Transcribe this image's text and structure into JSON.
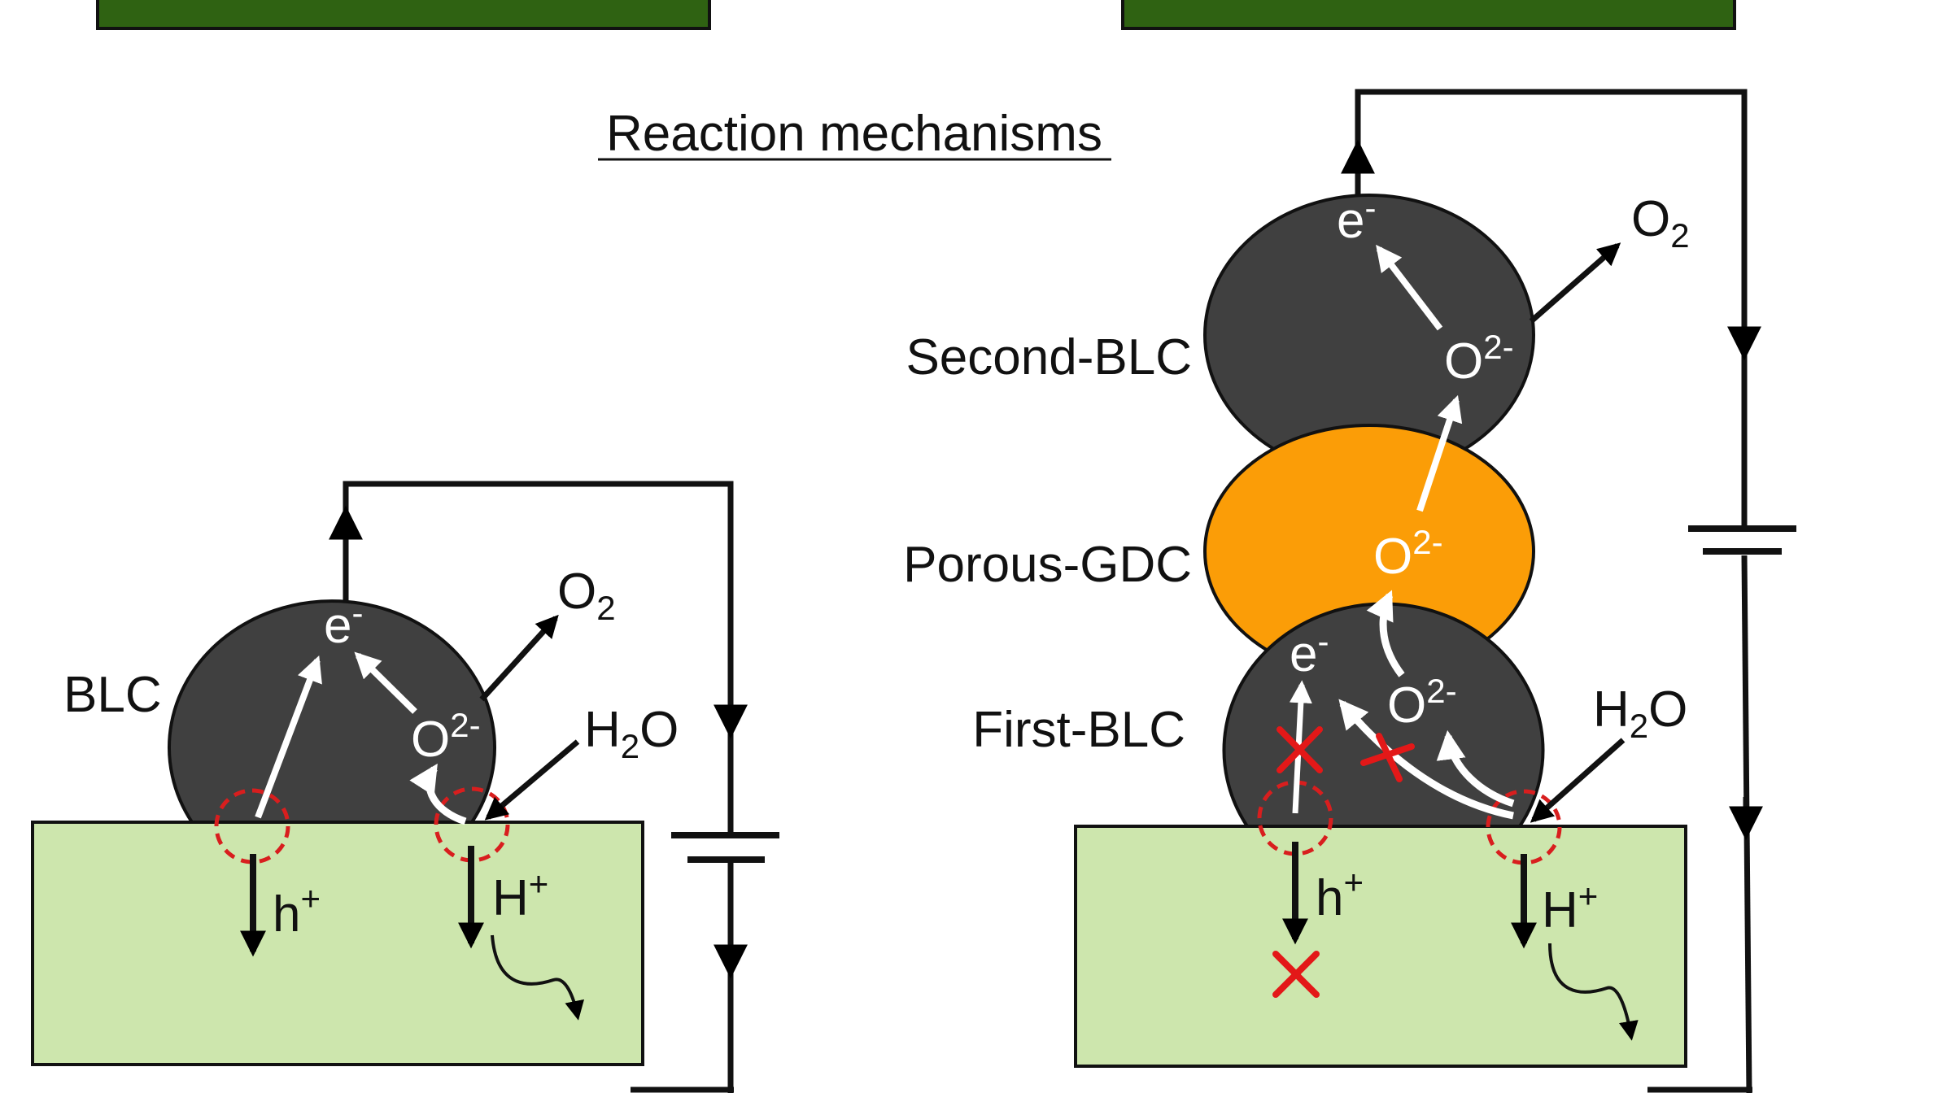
{
  "title": "Reaction mechanisms",
  "colors": {
    "substrate": "#cde6ad",
    "blc": "#404040",
    "gdc": "#fb9d07",
    "topbar": "#2f6212",
    "block_mark": "#e31818",
    "site_circle": "#d81e1e"
  },
  "left_panel": {
    "blc_label": "BLC",
    "electron": "e",
    "electron_sup": "-",
    "oxide": "O",
    "oxide_sup": "2-",
    "o2": "O",
    "o2_sub": "2",
    "water_a": "H",
    "water_sub": "2",
    "water_b": "O",
    "hole": "h",
    "hole_sup": "+",
    "proton": "H",
    "proton_sup": "+"
  },
  "right_panel": {
    "second_label": "Second-BLC",
    "gdc_label": "Porous-GDC",
    "first_label": "First-BLC",
    "electron": "e",
    "electron_sup": "-",
    "oxide": "O",
    "oxide_sup": "2-",
    "o2": "O",
    "o2_sub": "2",
    "water_a": "H",
    "water_sub": "2",
    "water_b": "O",
    "hole": "h",
    "hole_sup": "+",
    "proton": "H",
    "proton_sup": "+"
  }
}
